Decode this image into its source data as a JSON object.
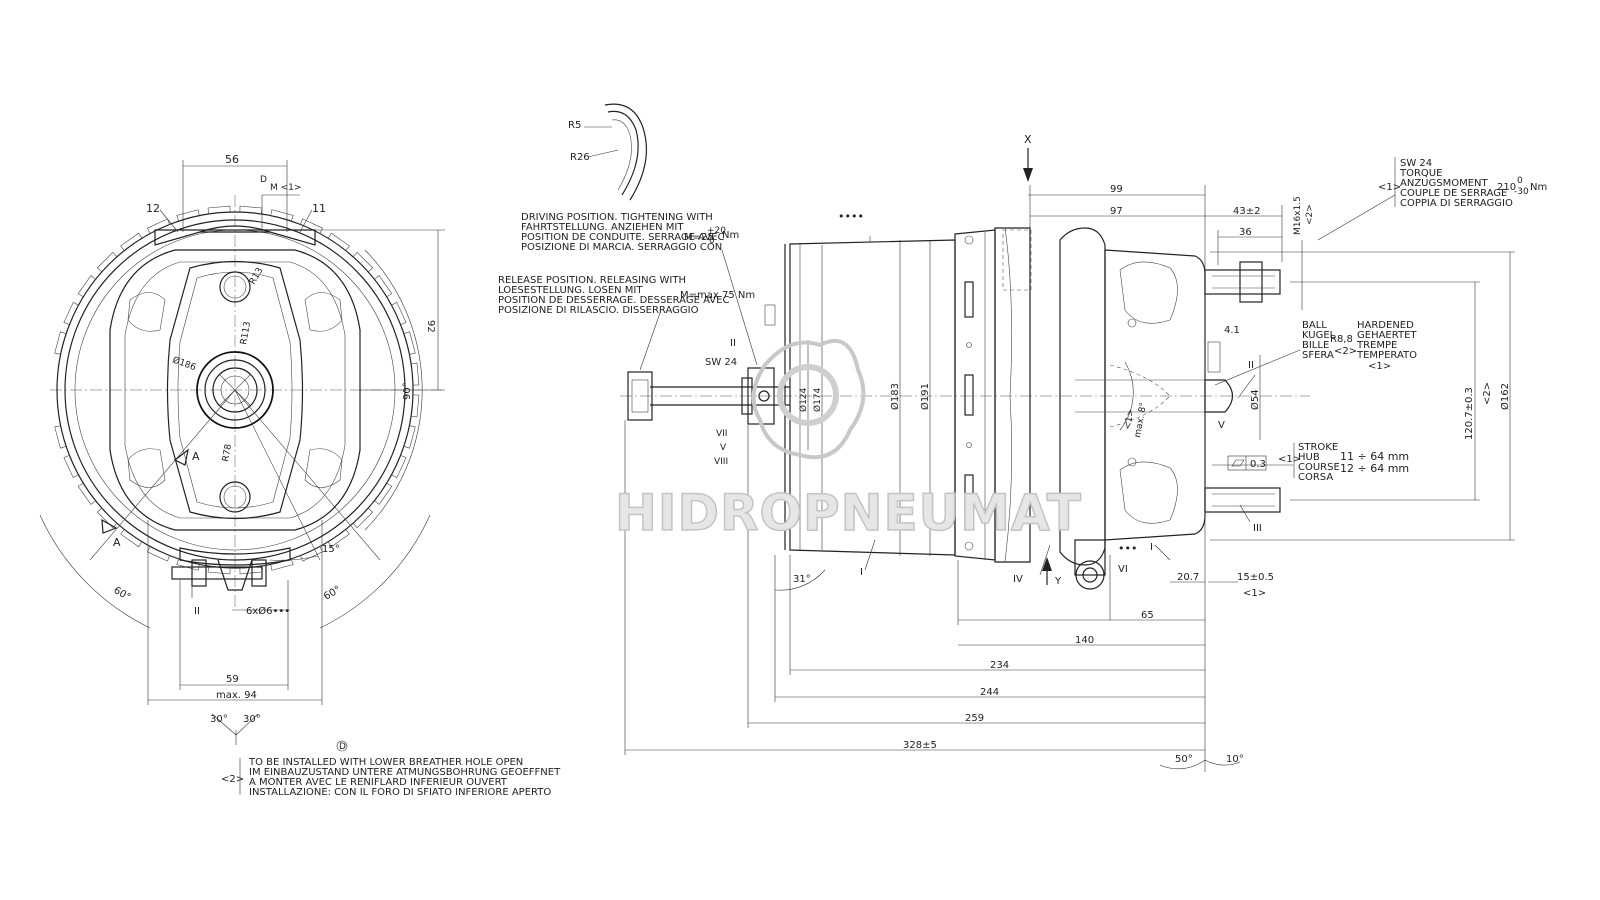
{
  "watermark": {
    "brand": "HIDROPNEUMAT"
  },
  "front_view": {
    "dims": {
      "width_56": "56",
      "m1": "M <1>",
      "height_92": "92",
      "pcd": "Ø186",
      "r113": "R113",
      "r13": "R13",
      "r78": "R78",
      "angle_90": "90°",
      "angle_15": "15°",
      "angle_60_left": "60°",
      "angle_60_right": "60°",
      "bolt_59": "59",
      "max_94": "max. 94",
      "holes": "6xØ6•••",
      "tilt_30_left": "30°",
      "tilt_30_right": "30°"
    },
    "callouts": {
      "c12": "12",
      "c11": "11",
      "cII": "II",
      "cD": "D",
      "cD2": "D",
      "cA": "A",
      "cA2": "A"
    }
  },
  "detail": {
    "r5": "R5",
    "r26": "R26"
  },
  "notes": {
    "driving": {
      "lines": [
        "DRIVING POSITION. TIGHTENING WITH",
        "FAHRTSTELLUNG. ANZIEHEN MIT",
        "POSITION DE CONDUITE. SERRAGE AVEC",
        "POSIZIONE DI MARCIA. SERRAGGIO CON"
      ],
      "value": "M=25",
      "tol_upper": "+20",
      "tol_lower": "0",
      "unit": "Nm"
    },
    "release": {
      "lines": [
        "RELEASE POSITION. RELEASING WITH",
        "LOESESTELLUNG. LOSEN MIT",
        "POSITION DE DESSERRAGE. DESSERAGE AVEC",
        "POSIZIONE DI RILASCIO. DISSERRAGGIO"
      ],
      "value": "M=max 75 Nm"
    },
    "install": {
      "ref": "D",
      "marker": "<2>",
      "lines": [
        "TO BE INSTALLED WITH LOWER BREATHER HOLE OPEN",
        "IM EINBAUZUSTAND UNTERE ATMUNGSBOHRUNG GEOEFFNET",
        "A MONTER AVEC LE RENIFLARD INFERIEUR OUVERT",
        "INSTALLAZIONE: CON IL FORO DI SFIATO INFERIORE APERTO"
      ]
    },
    "torque": {
      "marker": "<1>",
      "lines": [
        "SW 24",
        "TORQUE",
        "ANZUGSMOMENT",
        "COUPLE DE SERRAGE",
        "COPPIA DI SERRAGGIO"
      ],
      "value": "210",
      "tol_upper": "0",
      "tol_lower": "-30",
      "unit": "Nm"
    },
    "ball": {
      "left": [
        "BALL",
        "KUGEL",
        "BILLE",
        "SFERA"
      ],
      "size": "R8,8",
      "marker": "<2>",
      "right": [
        "HARDENED",
        "GEHAERTET",
        "TREMPE",
        "TEMPERATO"
      ],
      "marker2": "<1>"
    },
    "stroke": {
      "marker": "<1>",
      "labels": [
        "STROKE",
        "HUB",
        "COURSE",
        "CORSA"
      ],
      "value1": "11 ÷ 64 mm",
      "value2": "12 ÷ 64 mm"
    }
  },
  "side_view": {
    "dims": {
      "d99": "99",
      "d97": "97",
      "d43": "43±2",
      "d36": "36",
      "thread": "M16x1.5",
      "thread_marker": "<2>",
      "d183": "Ø183",
      "d191": "Ø191",
      "d124": "Ø124",
      "d174": "Ø174",
      "d54": "Ø54",
      "d120": "120.7±0.3",
      "d120_marker": "<2>",
      "d162": "Ø162",
      "d4_1": "4.1",
      "d20_7": "20.7",
      "d15": "15±0.5",
      "d15_marker": "<1>",
      "d65": "65",
      "d140": "140",
      "d234": "234",
      "d244": "244",
      "d259": "259",
      "d328": "328±5",
      "a31": "31°",
      "a50": "50°",
      "a10": "10°",
      "max8": "max. 8°",
      "max8_marker": "<1>",
      "flatness": "0.3",
      "sw24": "SW 24",
      "stars_top": "••••",
      "stars_mid": "•••"
    },
    "callouts": {
      "x": "X",
      "y": "Y",
      "I_bottom": "I",
      "I_right": "I",
      "II_left": "II",
      "II_right": "II",
      "III": "III",
      "IV": "IV",
      "V": "V",
      "V_left": "V",
      "VI": "VI",
      "VII": "VII",
      "VIII": "VIII"
    }
  }
}
